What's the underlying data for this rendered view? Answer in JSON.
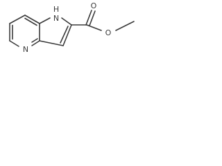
{
  "structure": {
    "atoms": {
      "pyridine_n": "N",
      "pyrrole_n": "N",
      "pyrrole_h": "H",
      "carbonyl_o": "O",
      "ester_o": "O"
    }
  }
}
